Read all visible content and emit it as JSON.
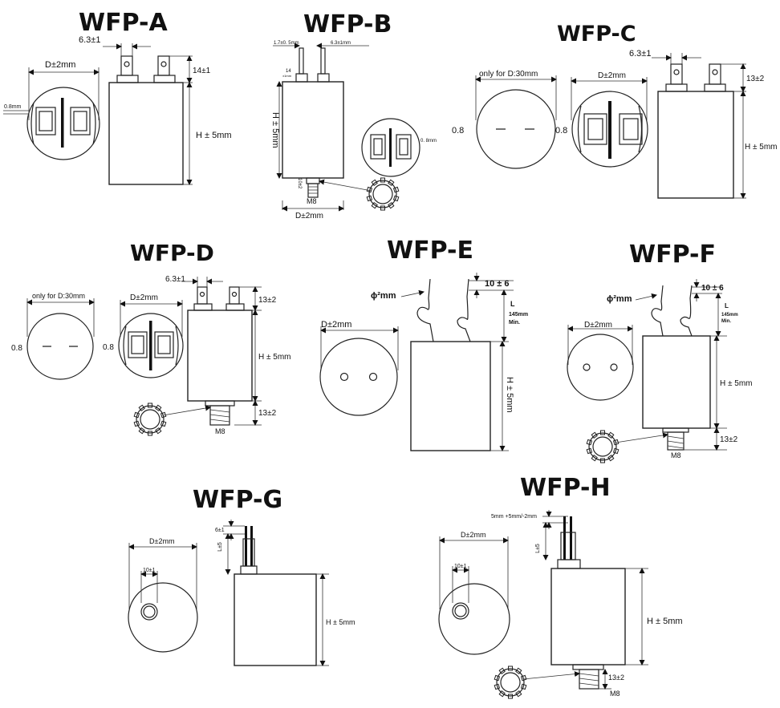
{
  "diagrams": {
    "a": {
      "title": "WFP-A",
      "dims": {
        "pin": "6.3±1",
        "diam": "D±2mm",
        "term": "14±1",
        "height": "H ± 5mm",
        "gap": "0.8mm"
      }
    },
    "b": {
      "title": "WFP-B",
      "dims": {
        "pin1": "1.7±0. 5mm",
        "pin2": "6.3±1mm",
        "term": "14",
        "term_sub": "±1mm",
        "height": "H ± 5mm",
        "stud_len": "10±2",
        "stud": "M8",
        "diam": "D±2mm",
        "gap": "0. 8mm"
      }
    },
    "c": {
      "title": "WFP-C",
      "dims": {
        "only": "only for D:30mm",
        "diam": "D±2mm",
        "pin": "6.3±1",
        "term": "13±2",
        "height": "H ± 5mm",
        "gap1": "0.8",
        "gap2": "0.8"
      }
    },
    "d": {
      "title": "WFP-D",
      "dims": {
        "only": "only for D:30mm",
        "diam": "D±2mm",
        "pin": "6.3±1",
        "term": "13±2",
        "height": "H ± 5mm",
        "stud_len": "13±2",
        "stud": "M8",
        "gap1": "0.8",
        "gap2": "0.8"
      }
    },
    "e": {
      "title": "WFP-E",
      "dims": {
        "wire": "ϕ²mm",
        "strip": "10 ± 6",
        "lead": "L",
        "lead2": "145mm",
        "lead3": "Min.",
        "diam": "D±2mm",
        "height": "H ± 5mm"
      }
    },
    "f": {
      "title": "WFP-F",
      "dims": {
        "wire": "ϕ²mm",
        "strip": "10 ± 6",
        "lead": "L",
        "lead2": "145mm",
        "lead3": "Min.",
        "diam": "D±2mm",
        "height": "H ± 5mm",
        "stud_len": "13±2",
        "stud": "M8"
      }
    },
    "g": {
      "title": "WFP-G",
      "dims": {
        "diam": "D±2mm",
        "hole": "10±1",
        "strip": "6±1",
        "lead": "L±5",
        "height": "H ± 5mm"
      }
    },
    "h": {
      "title": "WFP-H",
      "dims": {
        "strip": "5mm +5mm/-2mm",
        "diam": "D±2mm",
        "lead": "L±5",
        "hole": "10±1",
        "height": "H ± 5mm",
        "stud_len": "13±2",
        "stud": "M8"
      }
    }
  }
}
